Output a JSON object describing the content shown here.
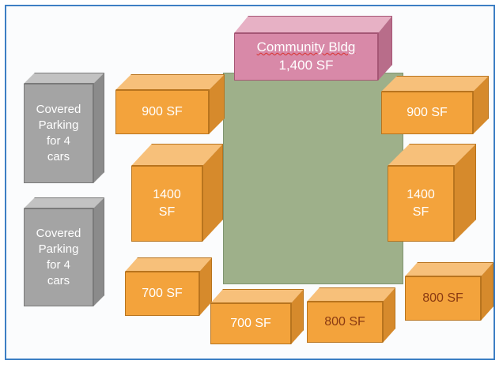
{
  "community": {
    "line1": "Community Bldg",
    "line2": "1,400 SF"
  },
  "parking_top": [
    "Covered",
    "Parking",
    "for 4",
    "cars"
  ],
  "parking_bottom": [
    "Covered",
    "Parking",
    "for 4",
    "cars"
  ],
  "units": {
    "left_900": "900 SF",
    "right_900": "900 SF",
    "left_1400": [
      "1400",
      "SF"
    ],
    "right_1400": [
      "1400",
      "SF"
    ],
    "left_700": "700 SF",
    "bottom_700": "700 SF",
    "bottom_800": "800 SF",
    "right_800": "800 SF"
  },
  "colors": {
    "border": "#3d7fc4",
    "courtyard": "#9eb08a",
    "unit": "#f3a33c",
    "parking": "#a4a4a4",
    "community": "#d889a8",
    "dark_label": "#8a3a12"
  }
}
